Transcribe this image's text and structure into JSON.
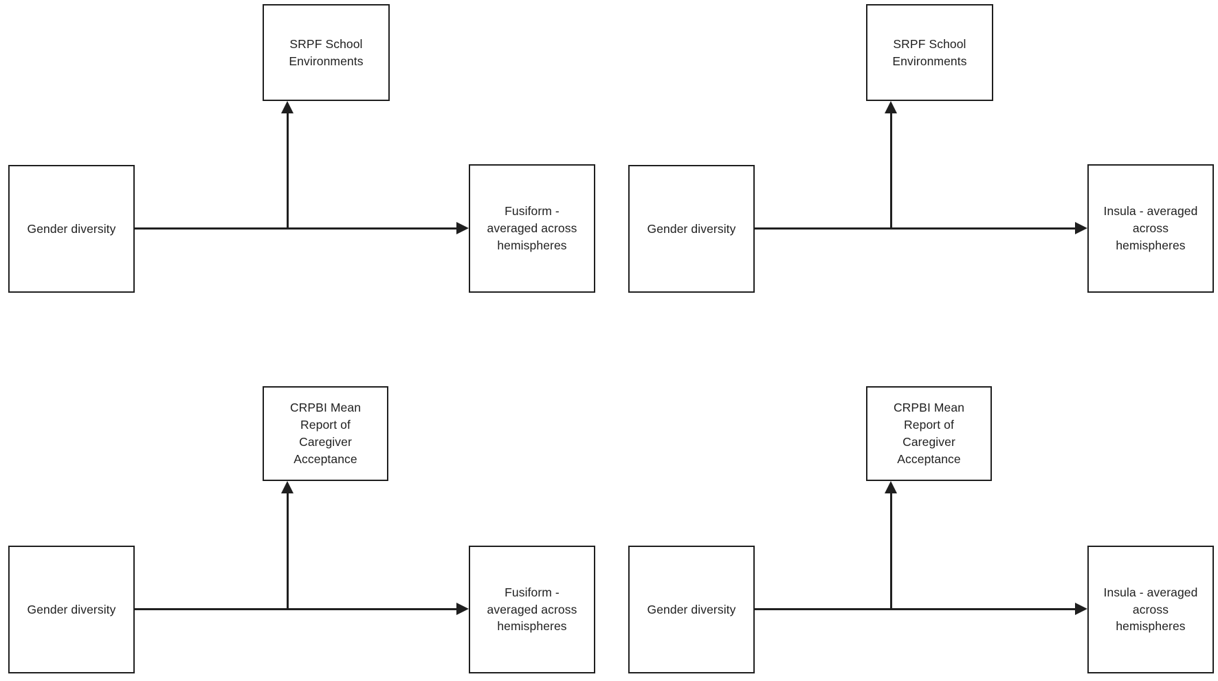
{
  "figure": {
    "type": "path-diagram",
    "background_color": "#ffffff",
    "line_color": "#1f1f1f",
    "node_fill": "#ffffff",
    "panel_count": 4
  },
  "labels": {
    "gender_diversity": "Gender diversity",
    "srpf_school_environments": "SRPF School\nEnvironments",
    "crpbi_caregiver_acceptance": "CRPBI Mean\nReport of\nCaregiver\nAcceptance",
    "fusiform": "Fusiform -\naveraged across\nhemispheres",
    "insula_top": "Insula - averaged\nacross\nhemispheres",
    "insula_bottom": "Insula - averaged\nacross\nhemispheres"
  },
  "panels": [
    {
      "id": "top-left",
      "predictor": "Gender diversity",
      "mediator": "SRPF School\nEnvironments",
      "outcome": "Fusiform -\naveraged across\nhemispheres",
      "edges": [
        {
          "from": "Gender diversity",
          "to": "Fusiform - averaged across hemispheres",
          "direction": "right"
        },
        {
          "from": "path",
          "to": "SRPF School Environments",
          "direction": "up"
        }
      ]
    },
    {
      "id": "top-right",
      "predictor": "Gender diversity",
      "mediator": "SRPF School\nEnvironments",
      "outcome": "Insula - averaged\nacross\nhemispheres",
      "edges": [
        {
          "from": "Gender diversity",
          "to": "Insula - averaged across hemispheres",
          "direction": "right"
        },
        {
          "from": "path",
          "to": "SRPF School Environments",
          "direction": "up"
        }
      ]
    },
    {
      "id": "bottom-left",
      "predictor": "Gender diversity",
      "mediator": "CRPBI Mean\nReport of\nCaregiver\nAcceptance",
      "outcome": "Fusiform -\naveraged across\nhemispheres",
      "edges": [
        {
          "from": "Gender diversity",
          "to": "Fusiform - averaged across hemispheres",
          "direction": "right"
        },
        {
          "from": "path",
          "to": "CRPBI Mean Report of Caregiver Acceptance",
          "direction": "up"
        }
      ]
    },
    {
      "id": "bottom-right",
      "predictor": "Gender diversity",
      "mediator": "CRPBI Mean\nReport of\nCaregiver\nAcceptance",
      "outcome": "Insula - averaged\nacross\nhemispheres",
      "edges": [
        {
          "from": "Gender diversity",
          "to": "Insula - averaged across hemispheres",
          "direction": "right"
        },
        {
          "from": "path",
          "to": "CRPBI Mean Report of Caregiver Acceptance",
          "direction": "up"
        }
      ]
    }
  ]
}
